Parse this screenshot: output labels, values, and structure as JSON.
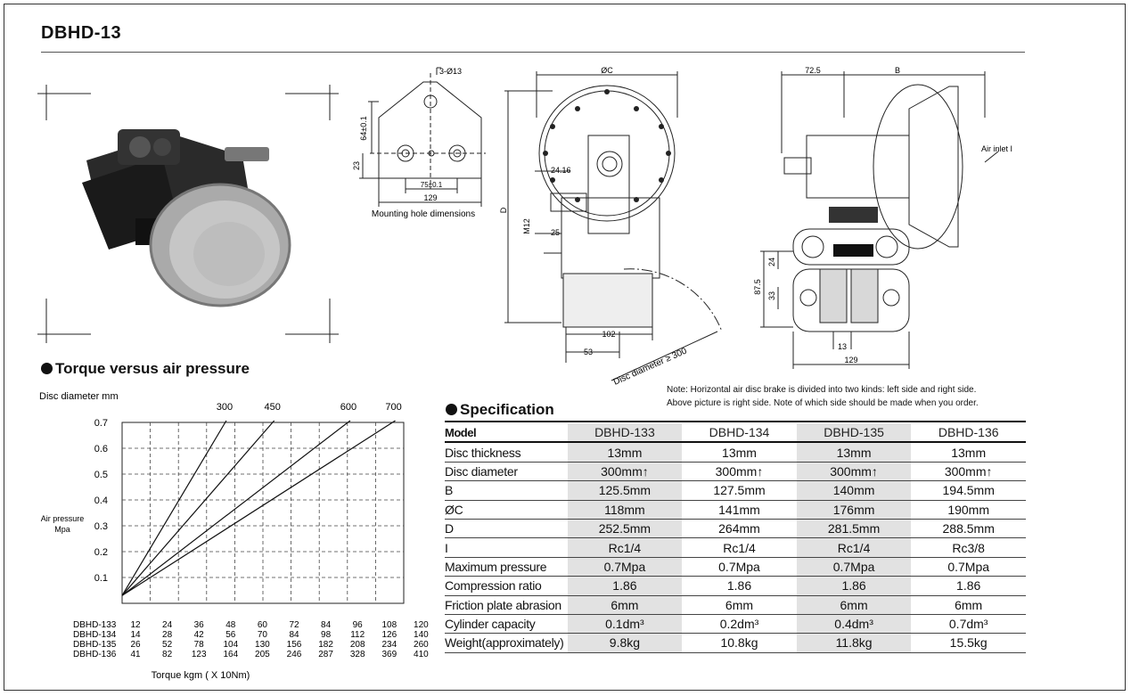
{
  "page": {
    "title": "DBHD-13"
  },
  "drawings": {
    "mount_hole_caption": "Mounting hole dimensions",
    "mount_dims": {
      "holes": "3-Ø13",
      "h1": "64±0.1",
      "h2": "23",
      "w1": "75±0.1",
      "w2": "129"
    },
    "front_dims": {
      "oc": "ØC",
      "d": "D",
      "m12": "M12",
      "d2416": "24.16",
      "d25": "25",
      "d102": "102",
      "d53": "53",
      "disc": "Disc diameter ≥ 300"
    },
    "side_dims": {
      "d725": "72.5",
      "b": "B",
      "air": "Air inlet I",
      "d24": "24",
      "d33": "33",
      "d875": "87.5",
      "d13": "13",
      "d129": "129"
    }
  },
  "note": {
    "line1": "Note: Horizontal air disc brake is divided into two kinds: left side and right side.",
    "line2": "Above picture is right side. Note of which side should be made when you order."
  },
  "torque_section": {
    "title": "Torque versus air pressure"
  },
  "chart_data": {
    "type": "line",
    "title": "Torque versus air pressure",
    "top_label": "Disc diameter mm",
    "ylabel": "Air pressure Mpa",
    "xlabel": "Torque kgm ( X 10Nm)",
    "ylim": [
      0,
      0.7
    ],
    "yticks": [
      "0.1",
      "0.2",
      "0.3",
      "0.4",
      "0.5",
      "0.6",
      "0.7"
    ],
    "grid": true,
    "x_scales": [
      {
        "model": "DBHD-133",
        "ticks": [
          "12",
          "24",
          "36",
          "48",
          "60",
          "72",
          "84",
          "96",
          "108",
          "120"
        ]
      },
      {
        "model": "DBHD-134",
        "ticks": [
          "14",
          "28",
          "42",
          "56",
          "70",
          "84",
          "98",
          "112",
          "126",
          "140"
        ]
      },
      {
        "model": "DBHD-135",
        "ticks": [
          "26",
          "52",
          "78",
          "104",
          "130",
          "156",
          "182",
          "208",
          "234",
          "260"
        ]
      },
      {
        "model": "DBHD-136",
        "ticks": [
          "41",
          "82",
          "123",
          "164",
          "205",
          "246",
          "287",
          "328",
          "369",
          "410"
        ]
      }
    ],
    "series": [
      {
        "name": "300",
        "x_end_frac": 0.37
      },
      {
        "name": "450",
        "x_end_frac": 0.54
      },
      {
        "name": "600",
        "x_end_frac": 0.81
      },
      {
        "name": "700",
        "x_end_frac": 0.97
      }
    ]
  },
  "spec": {
    "title": "Specification",
    "header": {
      "label": "Model",
      "models": [
        "DBHD-133",
        "DBHD-134",
        "DBHD-135",
        "DBHD-136"
      ]
    },
    "rows": [
      {
        "label": "Disc thickness",
        "values": [
          "13mm",
          "13mm",
          "13mm",
          "13mm"
        ]
      },
      {
        "label": "Disc diameter",
        "values": [
          "300mm↑",
          "300mm↑",
          "300mm↑",
          "300mm↑"
        ]
      },
      {
        "label": "B",
        "values": [
          "125.5mm",
          "127.5mm",
          "140mm",
          "194.5mm"
        ]
      },
      {
        "label": "ØC",
        "values": [
          "118mm",
          "141mm",
          "176mm",
          "190mm"
        ]
      },
      {
        "label": "D",
        "values": [
          "252.5mm",
          "264mm",
          "281.5mm",
          "288.5mm"
        ]
      },
      {
        "label": "I",
        "values": [
          "Rc1/4",
          "Rc1/4",
          "Rc1/4",
          "Rc3/8"
        ]
      },
      {
        "label": "Maximum pressure",
        "values": [
          "0.7Mpa",
          "0.7Mpa",
          "0.7Mpa",
          "0.7Mpa"
        ]
      },
      {
        "label": "Compression ratio",
        "values": [
          "1.86",
          "1.86",
          "1.86",
          "1.86"
        ]
      },
      {
        "label": "Friction plate abrasion",
        "values": [
          "6mm",
          "6mm",
          "6mm",
          "6mm"
        ]
      },
      {
        "label": "Cylinder capacity",
        "values": [
          "0.1dm³",
          "0.2dm³",
          "0.4dm³",
          "0.7dm³"
        ]
      },
      {
        "label": "Weight(approximately)",
        "values": [
          "9.8kg",
          "10.8kg",
          "11.8kg",
          "15.5kg"
        ]
      }
    ]
  }
}
